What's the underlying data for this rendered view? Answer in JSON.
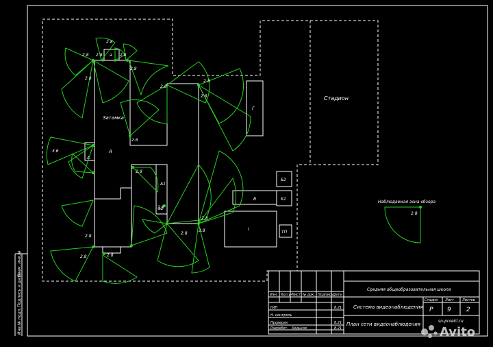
{
  "drawing": {
    "title_block": {
      "school": "Средняя общеобразовательная школа",
      "system": "Система видеонаблюдения",
      "sheet_title": "План сети видеонаблюдения",
      "stage_header": "Стадия",
      "sheet_header": "Лист",
      "sheets_header": "Листов",
      "stage": "Р",
      "sheet": "9",
      "sheets": "2",
      "website": "sn-proekt.ru",
      "columns": [
        "Изм.",
        "Кол.уч",
        "Лист",
        "№ док.",
        "Подпись",
        "Дата"
      ],
      "rows": [
        {
          "role": "ГИП",
          "name": "",
          "date": "8.21"
        },
        {
          "role": "Н. контроль",
          "name": "",
          "date": ""
        },
        {
          "role": "Проверил",
          "name": "",
          "date": "8.21"
        },
        {
          "role": "Разработ.",
          "name": "Ходьков",
          "date": "8.21"
        }
      ]
    },
    "side_stamp": [
      "Инв.№ подл.",
      "Подпись и дата",
      "Взам. инв.№"
    ],
    "buildings": {
      "main": "А",
      "annex": "А1",
      "gym_b": "Б2",
      "gym_b1": "Б1",
      "v": "В",
      "g": "Г",
      "i": "I",
      "tp": "ТП",
      "stadium": "Стадион",
      "zatamka": "Затамка",
      "a_small": "а",
      "a2": "а2",
      "outdoor": "Наблюдаемая зона обзора"
    },
    "camera_height": "2.8",
    "camera_height_alt": "2.6",
    "camera_height_5": "3.6"
  },
  "watermark": "Avito"
}
